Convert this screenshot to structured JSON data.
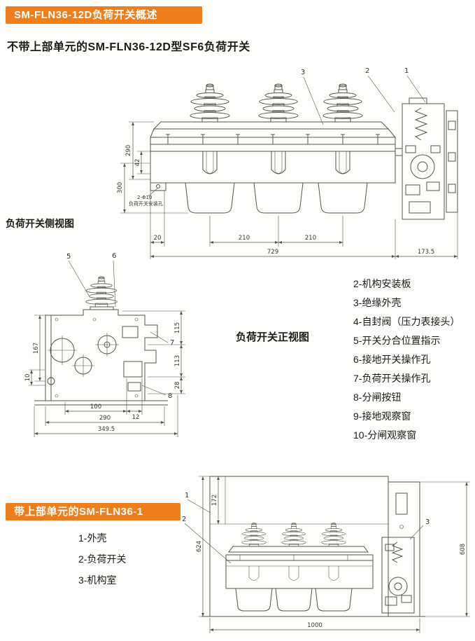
{
  "colors": {
    "banner": "#ee7d1b",
    "banner-text": "#ffffff",
    "line": "#56534b",
    "text": "#1c1b18",
    "page-bg": "#fdfdfc"
  },
  "header": {
    "banner_title": "SM-FLN36-12D负荷开关概述"
  },
  "intro_subtitle": "不带上部单元的SM-FLN36-12D型SF6负荷开关",
  "front_view": {
    "caption": "负荷开关正视图",
    "callouts": {
      "c1": "1",
      "c2": "2",
      "c3": "3"
    },
    "dims": {
      "d290": "290",
      "d42": "42",
      "d300": "300",
      "d20": "20",
      "d210a": "210",
      "d210b": "210",
      "d729": "729",
      "d173_5": "173.5"
    },
    "mounting_hole_note": {
      "line1": "2-Φ10",
      "line2": "负荷开关安装孔"
    }
  },
  "side_view": {
    "caption": "负荷开关侧视图",
    "callouts": {
      "c5": "5",
      "c6": "6",
      "c7": "7",
      "c8": "8"
    },
    "dims": {
      "d167": "167",
      "d10": "10",
      "d115": "115",
      "d113": "113",
      "d28": "28",
      "d100": "100",
      "d12": "12",
      "d290": "290",
      "d349_5": "349.5"
    }
  },
  "parts_list": {
    "items": [
      "2-机构安装板",
      "3-绝缘外壳",
      "4-自封阀（压力表接头）",
      "5-开关分合位置指示",
      "6-接地开关操作孔",
      "7-负荷开关操作孔",
      "8-分闸按钮",
      "9-接地观察窗",
      "10-分闸观察窗"
    ]
  },
  "with_upper_unit": {
    "banner_title": "带上部单元的SM-FLN36-1",
    "parts": [
      "1-外壳",
      "2-负荷开关",
      "3-机构室"
    ],
    "callouts": {
      "c1": "1",
      "c2": "2",
      "c3": "3"
    },
    "dims": {
      "d172": "172",
      "d624": "624",
      "d608": "608",
      "d1000": "1000"
    }
  }
}
